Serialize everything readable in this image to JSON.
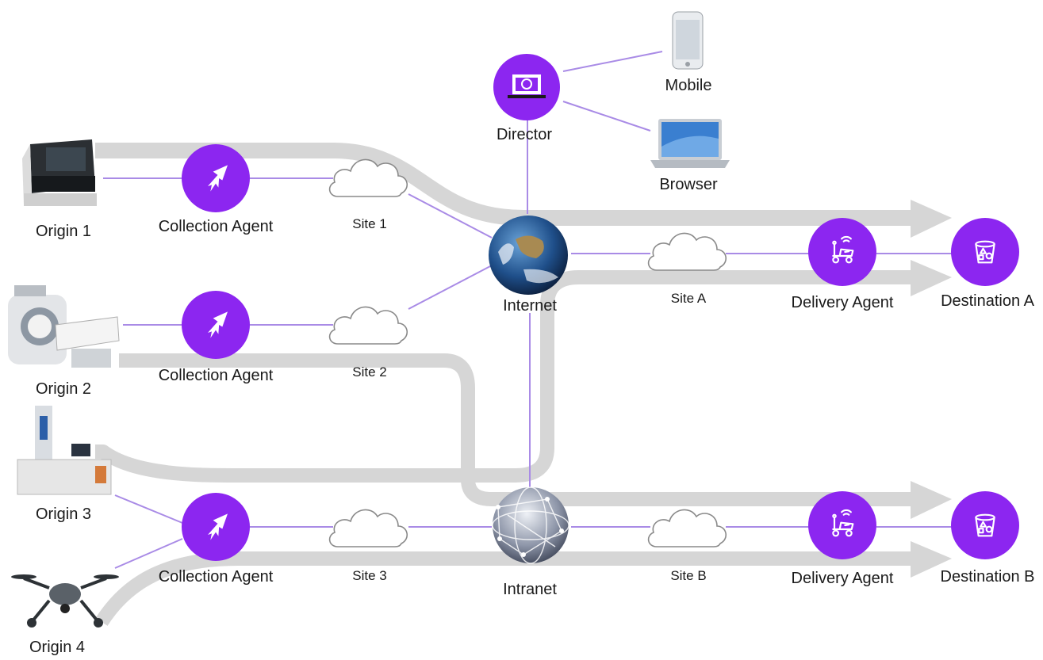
{
  "diagram": {
    "origins": [
      {
        "label": "Origin 1",
        "icon": "sequencer-icon"
      },
      {
        "label": "Origin 2",
        "icon": "mri-scanner-icon"
      },
      {
        "label": "Origin 3",
        "icon": "microscope-icon"
      },
      {
        "label": "Origin 4",
        "icon": "drone-icon"
      }
    ],
    "collection_agents": [
      {
        "label": "Collection Agent"
      },
      {
        "label": "Collection Agent"
      },
      {
        "label": "Collection Agent"
      }
    ],
    "sites": [
      {
        "label": "Site 1"
      },
      {
        "label": "Site 2"
      },
      {
        "label": "Site  3"
      },
      {
        "label": "Site A"
      },
      {
        "label": "Site B"
      }
    ],
    "director": {
      "label": "Director"
    },
    "mobile": {
      "label": "Mobile"
    },
    "browser": {
      "label": "Browser"
    },
    "internet": {
      "label": "Internet"
    },
    "intranet": {
      "label": "Intranet"
    },
    "delivery_agents": [
      {
        "label": "Delivery Agent"
      },
      {
        "label": "Delivery Agent"
      }
    ],
    "destinations": [
      {
        "label": "Destination A"
      },
      {
        "label": "Destination B"
      }
    ],
    "colors": {
      "accent": "#8c26f0",
      "link": "#a98be6",
      "flow": "#d6d6d6"
    }
  }
}
